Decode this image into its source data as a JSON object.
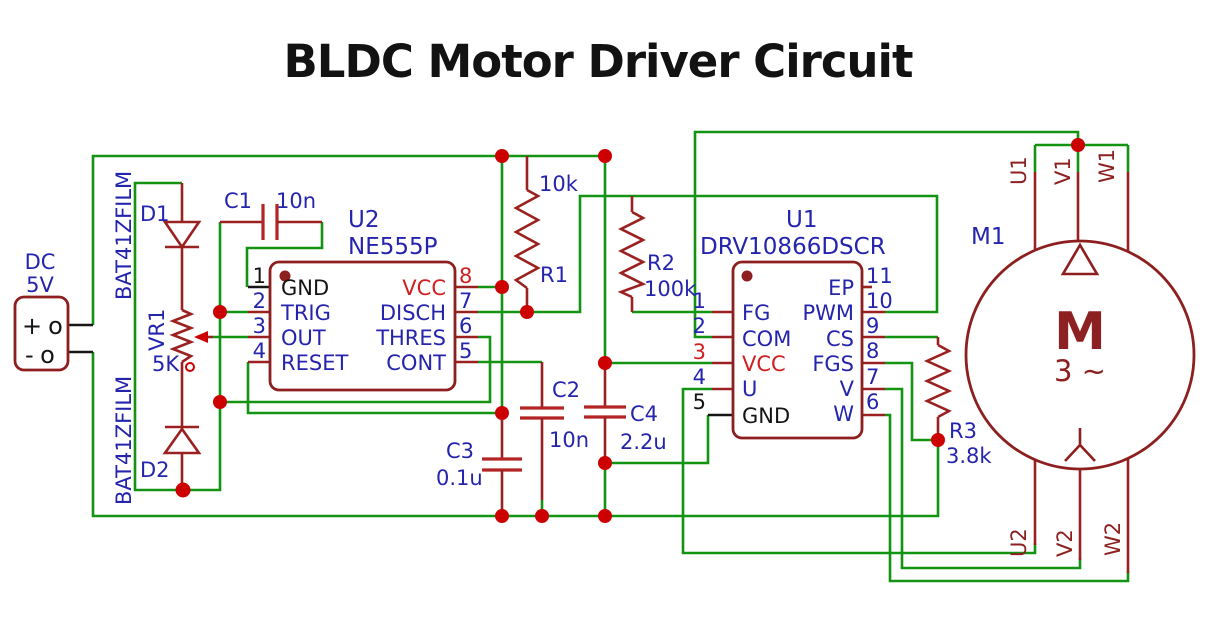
{
  "title": "BLDC Motor Driver Circuit",
  "colors": {
    "wire_green": "#129312",
    "component_red": "#9b2121",
    "outline_dark_red": "#8d1f1f",
    "junction_red": "#cc0000",
    "label_blue": "#2424ad",
    "label_red": "#cf1f1f",
    "label_black": "#141414",
    "label_dark_red": "#8d2020"
  },
  "power": {
    "line1": "DC",
    "line2": "5V",
    "pos_terminal": "+o",
    "neg_terminal": "-o"
  },
  "components": {
    "d1": {
      "ref": "D1",
      "part": "BAT41ZFILM"
    },
    "d2": {
      "ref": "D2",
      "part": "BAT41ZFILM"
    },
    "vr1": {
      "ref": "VR1",
      "value": "5K"
    },
    "c1": {
      "ref": "C1",
      "value": "10n"
    },
    "c2": {
      "ref": "C2",
      "value": "10n"
    },
    "c3": {
      "ref": "C3",
      "value": "0.1u"
    },
    "c4": {
      "ref": "C4",
      "value": "2.2u"
    },
    "r1": {
      "ref": "R1",
      "value": "10k"
    },
    "r2": {
      "ref": "R2",
      "value": "100k"
    },
    "r3": {
      "ref": "R3",
      "value": "3.8k"
    }
  },
  "u2": {
    "ref": "U2",
    "part": "NE555P",
    "left_pins": [
      {
        "n": "1",
        "label": "GND"
      },
      {
        "n": "2",
        "label": "TRIG"
      },
      {
        "n": "3",
        "label": "OUT"
      },
      {
        "n": "4",
        "label": "RESET"
      }
    ],
    "right_pins": [
      {
        "n": "8",
        "label": "VCC"
      },
      {
        "n": "7",
        "label": "DISCH"
      },
      {
        "n": "6",
        "label": "THRES"
      },
      {
        "n": "5",
        "label": "CONT"
      }
    ]
  },
  "u1": {
    "ref": "U1",
    "part": "DRV10866DSCR",
    "left_pins": [
      {
        "n": "1",
        "label": "FG"
      },
      {
        "n": "2",
        "label": "COM"
      },
      {
        "n": "3",
        "label": "VCC"
      },
      {
        "n": "4",
        "label": "U"
      },
      {
        "n": "5",
        "label": "GND"
      }
    ],
    "right_pins": [
      {
        "n": "11",
        "label": "EP"
      },
      {
        "n": "10",
        "label": "PWM"
      },
      {
        "n": "9",
        "label": "CS"
      },
      {
        "n": "8",
        "label": "FGS"
      },
      {
        "n": "7",
        "label": "V"
      },
      {
        "n": "6",
        "label": "W"
      }
    ]
  },
  "motor": {
    "ref": "M1",
    "symbol": "M",
    "phases": "3 ∼",
    "top_terminals": [
      "U1",
      "V1",
      "W1"
    ],
    "bottom_terminals": [
      "U2",
      "V2",
      "W2"
    ]
  }
}
